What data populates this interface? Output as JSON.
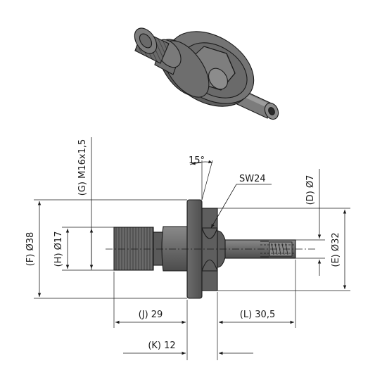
{
  "dimensions": {
    "F": "(F) Ø38",
    "H": "(H) Ø17",
    "G": "(G) M16x1,5",
    "J": "(J) 29",
    "K": "(K) 12",
    "L": "(L) 30,5",
    "D": "(D) Ø7",
    "E": "(E) Ø32",
    "SW": "SW24",
    "angle": "15°"
  },
  "colors": {
    "part_dark": "#5a5a5a",
    "part_mid": "#7a7a7a",
    "part_light": "#9a9a9a",
    "line": "#1a1a1a"
  }
}
